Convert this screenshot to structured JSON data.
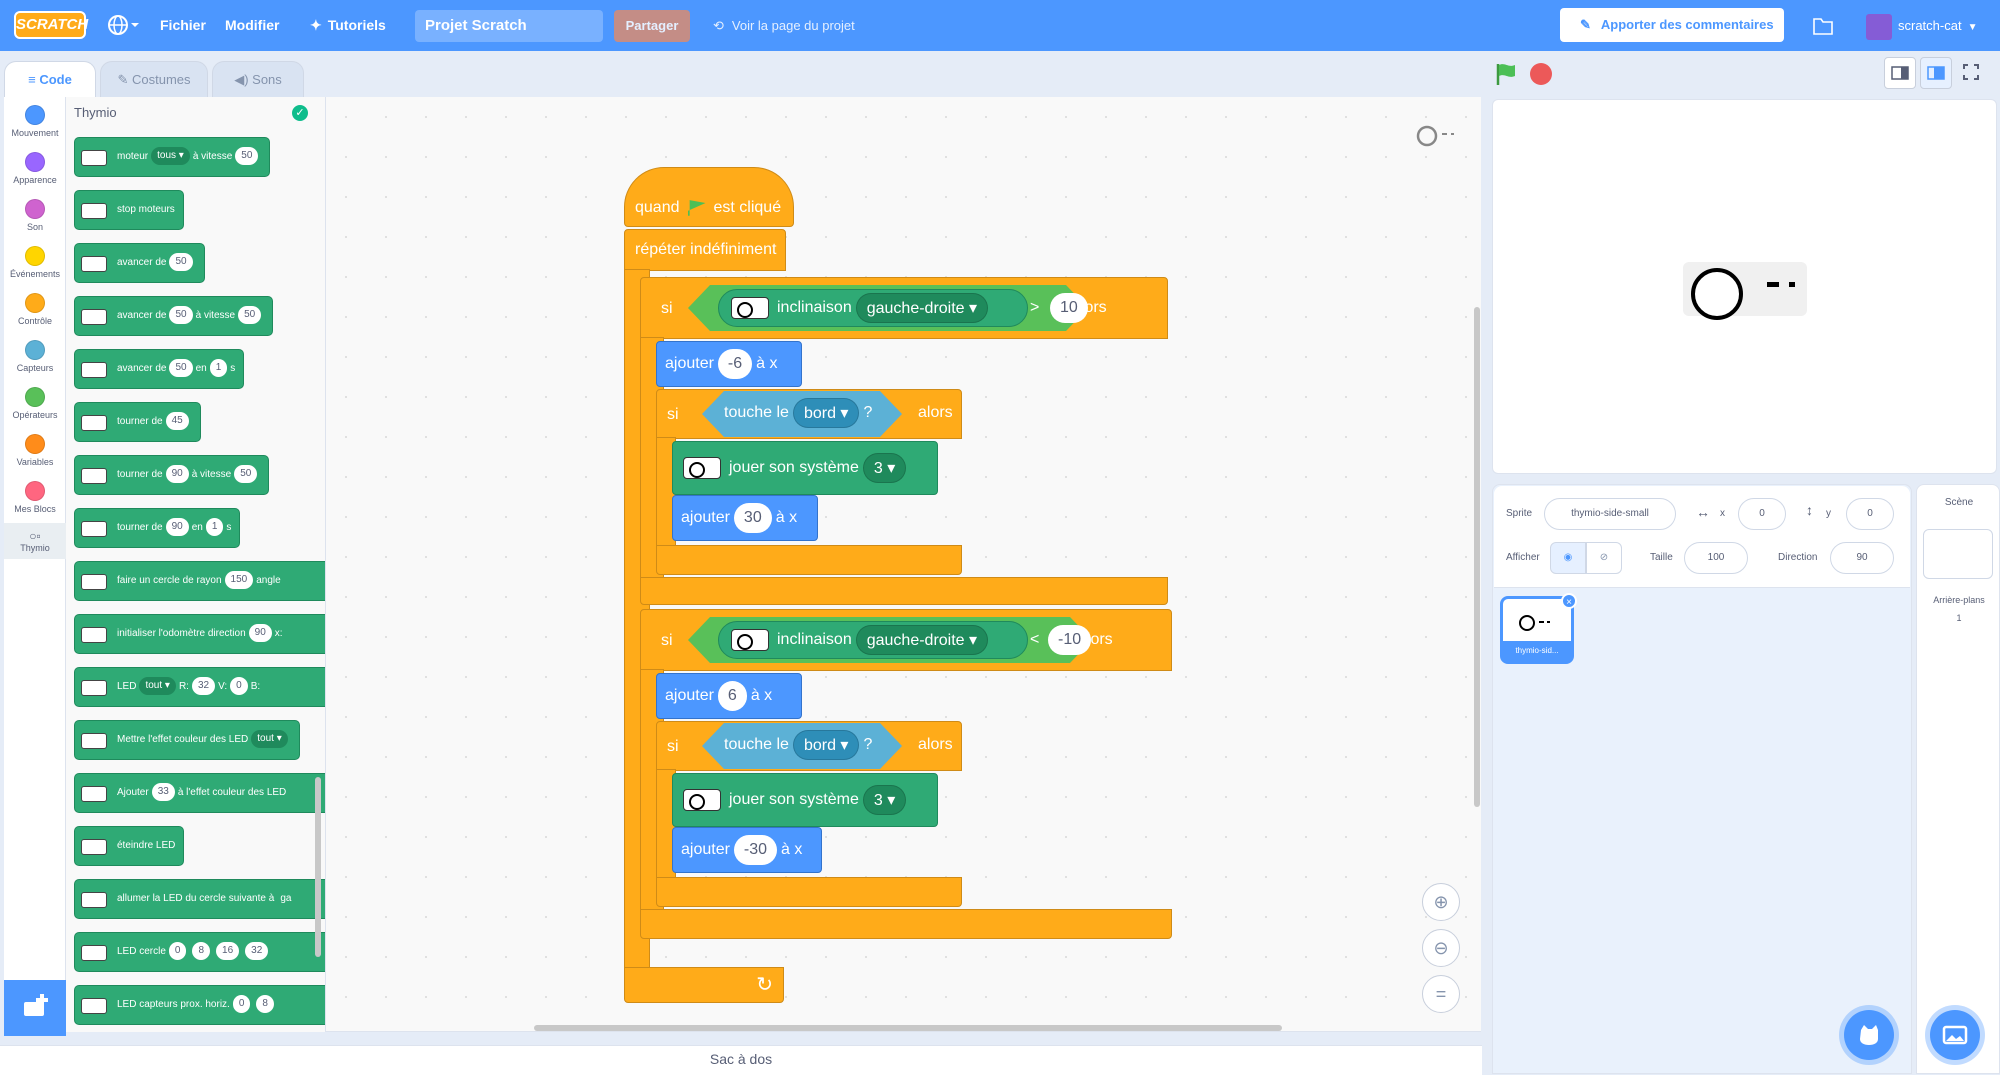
{
  "menu": {
    "logo": "SCRATCH",
    "file": "Fichier",
    "edit": "Modifier",
    "tutorials": "Tutoriels",
    "project_title": "Projet Scratch",
    "share": "Partager",
    "see_page": "Voir la page du projet",
    "feedback": "Apporter des commentaires",
    "user": "scratch-cat"
  },
  "tabs": {
    "code": "Code",
    "costumes": "Costumes",
    "sounds": "Sons"
  },
  "categories": [
    {
      "label": "Mouvement",
      "color": "#4c97ff"
    },
    {
      "label": "Apparence",
      "color": "#9966ff"
    },
    {
      "label": "Son",
      "color": "#cf63cf"
    },
    {
      "label": "Événements",
      "color": "#ffd500"
    },
    {
      "label": "Contrôle",
      "color": "#ffab19"
    },
    {
      "label": "Capteurs",
      "color": "#5cb1d6"
    },
    {
      "label": "Opérateurs",
      "color": "#59c059"
    },
    {
      "label": "Variables",
      "color": "#ff8c1a"
    },
    {
      "label": "Mes Blocs",
      "color": "#ff6680"
    },
    {
      "label": "Thymio",
      "color": "#ffffff"
    }
  ],
  "palette": {
    "title": "Thymio",
    "blocks": [
      {
        "t1": "moteur",
        "d1": "tous ▾",
        "t2": "à vitesse",
        "v1": "50"
      },
      {
        "t1": "stop moteurs"
      },
      {
        "t1": "avancer de",
        "v1": "50"
      },
      {
        "t1": "avancer de",
        "v1": "50",
        "t2": "à vitesse",
        "v2": "50"
      },
      {
        "t1": "avancer de",
        "v1": "50",
        "t2": "en",
        "v2": "1",
        "t3": "s"
      },
      {
        "t1": "tourner de",
        "v1": "45"
      },
      {
        "t1": "tourner de",
        "v1": "90",
        "t2": "à vitesse",
        "v2": "50"
      },
      {
        "t1": "tourner de",
        "v1": "90",
        "t2": "en",
        "v2": "1",
        "t3": "s"
      },
      {
        "t1": "faire un cercle de rayon",
        "v1": "150",
        "t2": "angle"
      },
      {
        "t1": "initialiser l'odomètre direction",
        "v1": "90",
        "t2": "x:"
      },
      {
        "t1": "LED",
        "d1": "tout ▾",
        "t2": "R:",
        "v1": "32",
        "t3": "V:",
        "v2": "0",
        "t4": "B:"
      },
      {
        "t1": "Mettre l'effet couleur des LED",
        "d1": "tout ▾"
      },
      {
        "t1": "Ajouter",
        "v1": "33",
        "t2": "à l'effet couleur des LED"
      },
      {
        "t1": "éteindre LED"
      },
      {
        "t1": "allumer la LED du cercle suivante à",
        "t2": "ga"
      },
      {
        "t1": "LED cercle",
        "v1": "0",
        "v2": "8",
        "v3": "16",
        "v4": "32"
      },
      {
        "t1": "LED capteurs prox. horiz.",
        "v1": "0",
        "v2": "8"
      }
    ]
  },
  "script": {
    "when": "quand",
    "clicked": "est cliqué",
    "forever": "répéter indéfiniment",
    "if1": {
      "si": "si",
      "sensor": "inclinaison",
      "dir": "gauche-droite ▾",
      "op": ">",
      "val": "10",
      "then": "alors"
    },
    "add1": {
      "label": "ajouter",
      "val": "-6",
      "to": "à x"
    },
    "if1b": {
      "si": "si",
      "touch": "touche le",
      "edge": "bord ▾",
      "q": "?",
      "then": "alors"
    },
    "sound1": {
      "label": "jouer son système",
      "val": "3 ▾"
    },
    "add1b": {
      "label": "ajouter",
      "val": "30",
      "to": "à x"
    },
    "if2": {
      "si": "si",
      "sensor": "inclinaison",
      "dir": "gauche-droite ▾",
      "op": "<",
      "val": "-10",
      "then": "alors"
    },
    "add2": {
      "label": "ajouter",
      "val": "6",
      "to": "à x"
    },
    "if2b": {
      "si": "si",
      "touch": "touche le",
      "edge": "bord ▾",
      "q": "?",
      "then": "alors"
    },
    "sound2": {
      "label": "jouer son système",
      "val": "3 ▾"
    },
    "add2b": {
      "label": "ajouter",
      "val": "-30",
      "to": "à x"
    }
  },
  "zoom": {
    "in": "+",
    "out": "−",
    "reset": "="
  },
  "backpack": "Sac à dos",
  "sprite_info": {
    "sprite_label": "Sprite",
    "sprite_name": "thymio-side-small",
    "x_label": "x",
    "x": "0",
    "y_label": "y",
    "y": "0",
    "show_label": "Afficher",
    "size_label": "Taille",
    "size": "100",
    "direction_label": "Direction",
    "direction": "90"
  },
  "sprite_thumb": "thymio-sid...",
  "stage_pane": {
    "title": "Scène",
    "backdrops_label": "Arrière-plans",
    "backdrops_count": "1"
  }
}
